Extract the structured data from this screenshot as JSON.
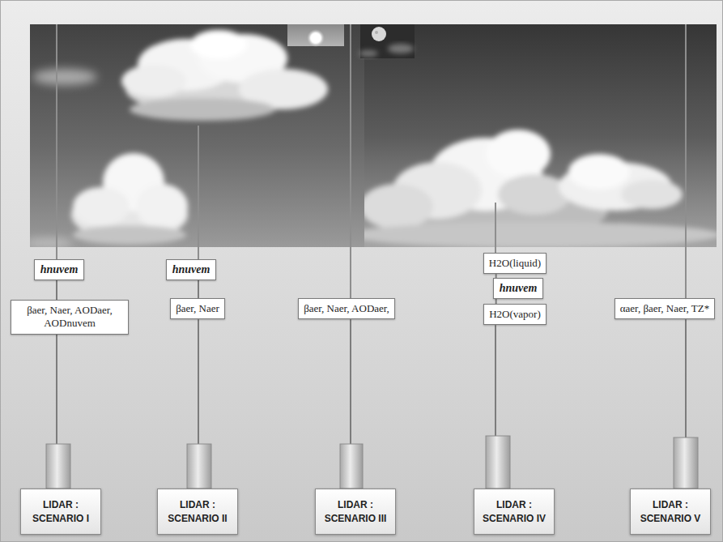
{
  "diagram": {
    "nodes": [
      {
        "text": [
          "hnuvem"
        ]
      },
      {
        "text": [
          "βaer, Naer, AODaer, AODnuvem"
        ]
      },
      {
        "text": [
          "LIDAR : SCENARIO I"
        ]
      },
      {
        "text": [
          "hnuvem"
        ]
      },
      {
        "text": [
          "βaer, Naer"
        ]
      },
      {
        "text": [
          "LIDAR : SCENARIO II"
        ]
      },
      {
        "text": [
          "βaer, Naer, AODaer,"
        ]
      },
      {
        "text": [
          "LIDAR : SCENARIO III"
        ]
      },
      {
        "text": [
          "H2O(liquid)"
        ]
      },
      {
        "text": [
          "hnuvem"
        ]
      },
      {
        "text": [
          "H2O(vapor)"
        ]
      },
      {
        "text": [
          "LIDAR : SCENARIO IV"
        ]
      },
      {
        "text": [
          "αaer, βaer, Naer, TZ*"
        ]
      },
      {
        "text": [
          "LIDAR : SCENARIO V"
        ]
      }
    ],
    "edges": [
      {
        "from": 2,
        "to": 1,
        "arrow": "none"
      },
      {
        "from": 1,
        "to": 0,
        "arrow": "none"
      },
      {
        "from": 5,
        "to": 4,
        "arrow": "none"
      },
      {
        "from": 4,
        "to": 3,
        "arrow": "none"
      },
      {
        "from": 7,
        "to": 6,
        "arrow": "none"
      },
      {
        "from": 11,
        "to": 10,
        "arrow": "none"
      },
      {
        "from": 10,
        "to": 9,
        "arrow": "none"
      },
      {
        "from": 9,
        "to": 8,
        "arrow": "none"
      },
      {
        "from": 13,
        "to": 12,
        "arrow": "none"
      }
    ]
  }
}
